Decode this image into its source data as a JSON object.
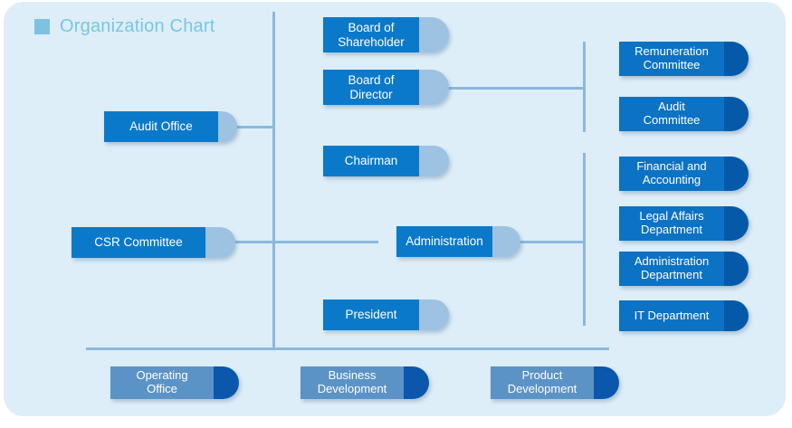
{
  "page": {
    "title": "Organization Chart",
    "bullet_icon": "square-bullet-icon"
  },
  "colors": {
    "panel_background": "#ddeef8",
    "title_text": "#79c6e2",
    "title_bullet": "#7dc3e0",
    "connector_line": "#8cb8dd",
    "style_a_cap": "#9dc2e2",
    "style_a_bar": "#0b79ca",
    "style_b_cap": "#0459a8",
    "style_b_bar": "#0c72c4",
    "style_c_cap": "#0a57ac",
    "style_c_bar": "#5b93c6"
  },
  "chart_data": {
    "type": "diagram",
    "title": "Organization Chart",
    "nodes": [
      {
        "id": "board-of-shareholder",
        "label": "Board of\nShareholder",
        "column": "center",
        "style": "a"
      },
      {
        "id": "board-of-director",
        "label": "Board of\nDirector",
        "column": "center",
        "style": "a"
      },
      {
        "id": "chairman",
        "label": "Chairman",
        "column": "center",
        "style": "a"
      },
      {
        "id": "administration",
        "label": "Administration",
        "column": "center",
        "style": "a"
      },
      {
        "id": "president",
        "label": "President",
        "column": "center",
        "style": "a"
      },
      {
        "id": "audit-office",
        "label": "Audit Office",
        "column": "left",
        "style": "a"
      },
      {
        "id": "csr-committee",
        "label": "CSR Committee",
        "column": "left",
        "style": "a"
      },
      {
        "id": "remuneration-committee",
        "label": "Remuneration\nCommittee",
        "column": "right",
        "style": "b"
      },
      {
        "id": "audit-committee",
        "label": "Audit\nCommittee",
        "column": "right",
        "style": "b"
      },
      {
        "id": "financial-and-accounting",
        "label": "Financial and\nAccounting",
        "column": "right",
        "style": "b"
      },
      {
        "id": "legal-affairs-department",
        "label": "Legal Affairs\nDepartment",
        "column": "right",
        "style": "b"
      },
      {
        "id": "administration-department",
        "label": "Administration\nDepartment",
        "column": "right",
        "style": "b"
      },
      {
        "id": "it-department",
        "label": "IT Department",
        "column": "right",
        "style": "b"
      },
      {
        "id": "operating-office",
        "label": "Operating\nOffice",
        "column": "bottom",
        "style": "c"
      },
      {
        "id": "business-development",
        "label": "Business\nDevelopment",
        "column": "bottom",
        "style": "c"
      },
      {
        "id": "product-development",
        "label": "Product\nDevelopment",
        "column": "bottom",
        "style": "c"
      }
    ],
    "edges": [
      {
        "from": "audit-office",
        "to": "trunk"
      },
      {
        "from": "board-of-director",
        "to": "remuneration-committee"
      },
      {
        "from": "board-of-director",
        "to": "audit-committee"
      },
      {
        "from": "csr-committee",
        "to": "administration"
      },
      {
        "from": "administration",
        "to": "financial-and-accounting"
      },
      {
        "from": "administration",
        "to": "legal-affairs-department"
      },
      {
        "from": "administration",
        "to": "administration-department"
      },
      {
        "from": "administration",
        "to": "it-department"
      },
      {
        "from": "trunk",
        "to": "operating-office"
      },
      {
        "from": "trunk",
        "to": "business-development"
      },
      {
        "from": "trunk",
        "to": "product-development"
      }
    ]
  }
}
